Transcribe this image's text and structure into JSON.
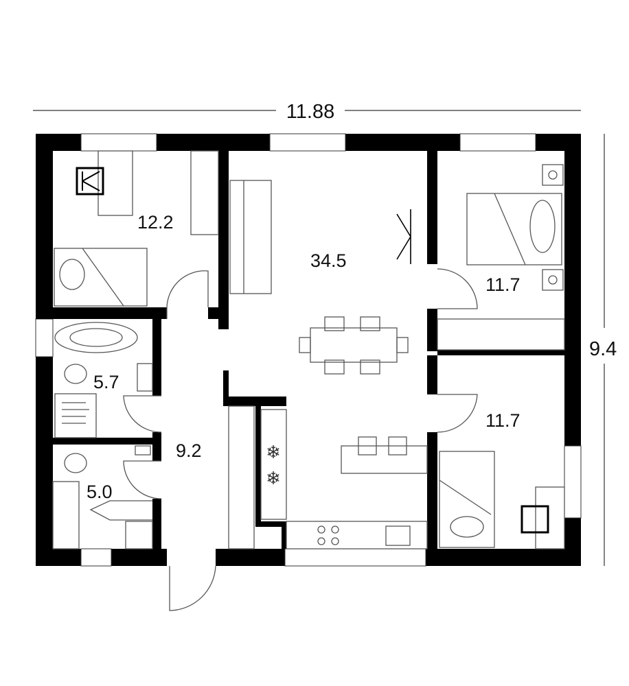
{
  "dimensions": {
    "width": "11.88",
    "height": "9.4"
  },
  "rooms": [
    {
      "name": "bedroom-1",
      "area": "12.2"
    },
    {
      "name": "living-kitchen",
      "area": "34.5"
    },
    {
      "name": "bedroom-2",
      "area": "11.7"
    },
    {
      "name": "bedroom-3",
      "area": "11.7"
    },
    {
      "name": "bathroom",
      "area": "5.7"
    },
    {
      "name": "wc",
      "area": "5.0"
    },
    {
      "name": "hallway",
      "area": "9.2"
    }
  ],
  "colors": {
    "wall": "#000000",
    "furniture": "#555555"
  }
}
